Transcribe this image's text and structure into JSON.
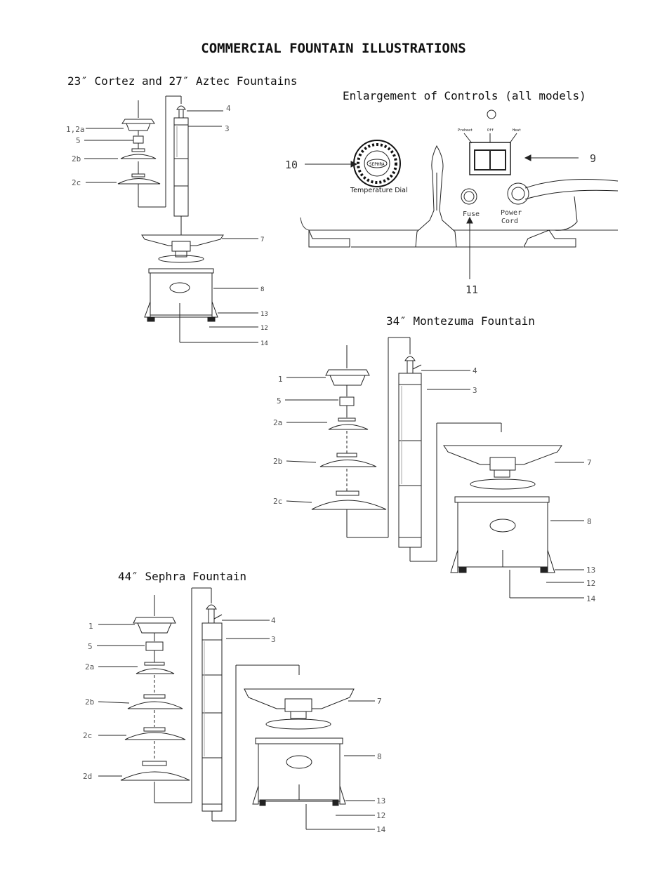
{
  "page": {
    "title": "COMMERCIAL FOUNTAIN ILLUSTRATIONS"
  },
  "sections": {
    "cortez": {
      "title": "23″ Cortez and 27″ Aztec Fountains",
      "labels": {
        "l12a": "1,2a",
        "l5": "5",
        "l2b": "2b",
        "l2c": "2c",
        "l4": "4",
        "l3": "3",
        "l7": "7",
        "l8": "8",
        "l13": "13",
        "l12": "12",
        "l14": "14"
      }
    },
    "controls": {
      "title": "Enlargement of Controls (all models)",
      "labels": {
        "l10": "10",
        "l9": "9",
        "l11": "11"
      },
      "dial_caption": "Temperature Dial",
      "fuse": "Fuse",
      "power1": "Power",
      "power2": "Cord",
      "switch_preheat": "Preheat",
      "switch_off": "Off",
      "switch_heat": "Heat"
    },
    "montezuma": {
      "title": "34″ Montezuma Fountain",
      "labels": {
        "l1": "1",
        "l5": "5",
        "l2a": "2a",
        "l2b": "2b",
        "l2c": "2c",
        "l4": "4",
        "l3": "3",
        "l7": "7",
        "l8": "8",
        "l13": "13",
        "l12": "12",
        "l14": "14"
      }
    },
    "sephra": {
      "title": "44″ Sephra Fountain",
      "labels": {
        "l1": "1",
        "l5": "5",
        "l2a": "2a",
        "l2b": "2b",
        "l2c": "2c",
        "l2d": "2d",
        "l4": "4",
        "l3": "3",
        "l7": "7",
        "l8": "8",
        "l13": "13",
        "l12": "12",
        "l14": "14"
      }
    }
  }
}
